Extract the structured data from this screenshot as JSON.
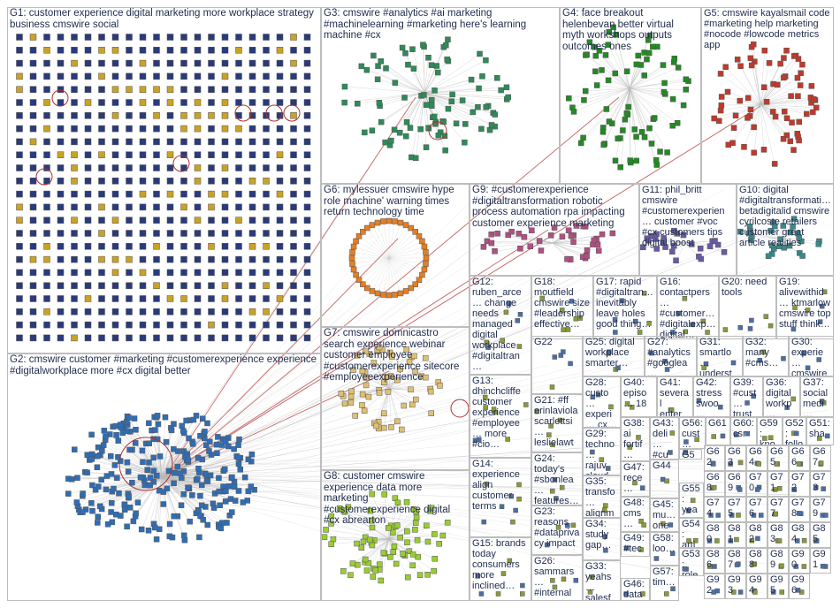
{
  "groups": [
    {
      "id": "G1",
      "label": "G1: customer experience digital marketing more workplace strategy business cmswire social"
    },
    {
      "id": "G2",
      "label": "G2: cmswire customer #marketing #customerexperience experience #digitalworkplace more #cx digital better"
    },
    {
      "id": "G3",
      "label": "G3: cmswire #analytics #ai marketing #machinelearning #marketing here's learning machine #cx"
    },
    {
      "id": "G4",
      "label": "G4: face breakout helenbevan better virtual myth workshops outputs outcomes ones"
    },
    {
      "id": "G5",
      "label": "G5: cmswire kayalsmail code #marketing help marketing #nocode #lowcode metrics app"
    },
    {
      "id": "G6",
      "label": "G6: mylessuer cmswire hype role machine' warning times return technology time"
    },
    {
      "id": "G7",
      "label": "G7: cmswire domnicastro search experience webinar customer employee #customerexperience sitecore #employeeexperience"
    },
    {
      "id": "G8",
      "label": "G8: customer cmswire experience data more marketing #customerexperience digital #cx abrearton"
    },
    {
      "id": "G9",
      "label": "G9: #customerexperience #digitaltransformation robotic process automation rpa impacting customer experience marketing"
    },
    {
      "id": "G10",
      "label": "G10: digital #digitaltransformati… betadigitalid cmswire cyrilcoste retailers customer great article realities"
    },
    {
      "id": "G11",
      "label": "G11: phil_britt cmswire #customerexperien… customer #voc #cx customers tips digital boost"
    },
    {
      "id": "G12",
      "label": "G12: ruben_arce… change needs managed digital workplace #digitaltran…"
    },
    {
      "id": "G13",
      "label": "G13: dhinchcliffe customer experience #employee… more #cio…"
    },
    {
      "id": "G14",
      "label": "G14: experience align customer terms"
    },
    {
      "id": "G15",
      "label": "G15: brands today consumers more inclined…"
    },
    {
      "id": "G16",
      "label": "G16: contactpers… #customer… #digitalexp… digital…"
    },
    {
      "id": "G17",
      "label": "G17: rapid #digitaltran… inevitably leave holes good thing…"
    },
    {
      "id": "G18",
      "label": "G18: moutfield cmswire size #leadership effective…"
    },
    {
      "id": "G19",
      "label": "G19: alivewithid… ktmarlow cmswire top stuff think…"
    },
    {
      "id": "G20",
      "label": "G20: need tools"
    },
    {
      "id": "G21",
      "label": "G21: #ff erinlaviola scarlettsi… leslielawt…"
    },
    {
      "id": "G22",
      "label": "G22"
    },
    {
      "id": "G23",
      "label": "G23: reasons #dataprivacy impact"
    },
    {
      "id": "G24",
      "label": "G24: today's #sbonlea… features…"
    },
    {
      "id": "G25",
      "label": "G25: digital workplace smarter…"
    },
    {
      "id": "G26",
      "label": "G26: sammars… #internal…"
    },
    {
      "id": "G27",
      "label": "G27: #analytics #googlea…"
    },
    {
      "id": "G28",
      "label": "G28: custo… experi… cx…"
    },
    {
      "id": "G29",
      "label": "G29: techno… rajuv cloud…"
    },
    {
      "id": "G30",
      "label": "G30: experie… cmswire…"
    },
    {
      "id": "G31",
      "label": "G31: smartlo… underst…"
    },
    {
      "id": "G32",
      "label": "G32: many #cms…"
    },
    {
      "id": "G33",
      "label": "G33: yeahs… salesf…"
    },
    {
      "id": "G34",
      "label": "G34: study gap…"
    },
    {
      "id": "G35",
      "label": "G35: transfo… alignm…"
    },
    {
      "id": "G36",
      "label": "G36: digital workp…"
    },
    {
      "id": "G37",
      "label": "G37: social medi…"
    },
    {
      "id": "G38",
      "label": "G38: ai fortif…"
    },
    {
      "id": "G39",
      "label": "G39: #cust… trust…"
    },
    {
      "id": "G40",
      "label": "G40: episo… 18"
    },
    {
      "id": "G41",
      "label": "G41: several enter…"
    },
    {
      "id": "G42",
      "label": "G42: stress swoo…"
    },
    {
      "id": "G43",
      "label": "G43: deli… #cu…"
    },
    {
      "id": "G44",
      "label": "G44"
    },
    {
      "id": "G45",
      "label": "G45: mu… one…"
    },
    {
      "id": "G46",
      "label": "G46: data…"
    },
    {
      "id": "G47",
      "label": "G47: rece…"
    },
    {
      "id": "G48",
      "label": "G48: cms…"
    },
    {
      "id": "G49",
      "label": "G49: #tec…"
    },
    {
      "id": "G50",
      "label": "G50"
    },
    {
      "id": "G51",
      "label": "G51: sha…"
    },
    {
      "id": "G52",
      "label": "G52: follo…"
    },
    {
      "id": "G53",
      "label": "G53: role…"
    },
    {
      "id": "G54",
      "label": "G54: arti…"
    },
    {
      "id": "G55",
      "label": "G55: yea…"
    },
    {
      "id": "G56",
      "label": "G56: cust…"
    },
    {
      "id": "G57",
      "label": "G57: tim…"
    },
    {
      "id": "G58",
      "label": "G58: loo…"
    },
    {
      "id": "G59",
      "label": "G59: kno…"
    },
    {
      "id": "G60",
      "label": "G60: csr…"
    },
    {
      "id": "G61",
      "label": "G61"
    },
    {
      "id": "G62",
      "label": "G62"
    },
    {
      "id": "G63",
      "label": "G63"
    },
    {
      "id": "G64",
      "label": "G64"
    },
    {
      "id": "G65",
      "label": "G65"
    },
    {
      "id": "G66",
      "label": "G66"
    },
    {
      "id": "G67",
      "label": "G67"
    },
    {
      "id": "G68",
      "label": "G68"
    },
    {
      "id": "G69",
      "label": "G69"
    },
    {
      "id": "G70",
      "label": "G70"
    },
    {
      "id": "G71",
      "label": "G71"
    },
    {
      "id": "G72",
      "label": "G72"
    },
    {
      "id": "G73",
      "label": "G73"
    },
    {
      "id": "G74",
      "label": "G74"
    },
    {
      "id": "G75",
      "label": "G75"
    },
    {
      "id": "G76",
      "label": "G76"
    },
    {
      "id": "G77",
      "label": "G77"
    },
    {
      "id": "G78",
      "label": "G78"
    },
    {
      "id": "G79",
      "label": "G79"
    },
    {
      "id": "G80",
      "label": "G80"
    },
    {
      "id": "G81",
      "label": "G81"
    },
    {
      "id": "G82",
      "label": "G82"
    },
    {
      "id": "G83",
      "label": "G83"
    },
    {
      "id": "G84",
      "label": "G84"
    },
    {
      "id": "G85",
      "label": "G85"
    },
    {
      "id": "G86",
      "label": "G86"
    },
    {
      "id": "G87",
      "label": "G87"
    },
    {
      "id": "G88",
      "label": "G88"
    },
    {
      "id": "G89",
      "label": "G89"
    },
    {
      "id": "G90",
      "label": "G90"
    },
    {
      "id": "G91",
      "label": "G91"
    },
    {
      "id": "G92",
      "label": "G92"
    },
    {
      "id": "G93",
      "label": "G93"
    },
    {
      "id": "G94",
      "label": "G94"
    },
    {
      "id": "G95",
      "label": "G95"
    },
    {
      "id": "G96",
      "label": "G96"
    }
  ],
  "colors": {
    "text": "#1f2b4d",
    "border": "#bdbdbd",
    "edge": "#9a9a9a",
    "edge_red": "#b22222",
    "node": "#2a3a7a",
    "g2": "#2f6db5",
    "g3": "#2e8b57",
    "g4": "#228b22",
    "g5": "#c0392b",
    "g6": "#e67e22",
    "g8": "#9acd32"
  }
}
